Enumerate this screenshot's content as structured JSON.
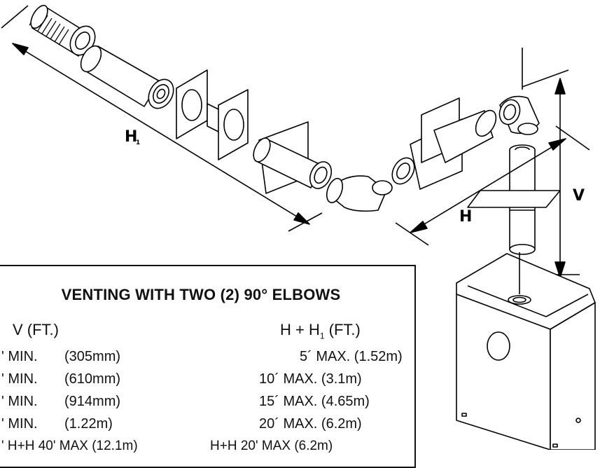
{
  "labels": {
    "h1_main": "H",
    "h1_sub": "1",
    "h": "H",
    "v": "V"
  },
  "table": {
    "title": "VENTING WITH TWO (2) 90° ELBOWS",
    "col_v": "V (FT.)",
    "col_h_main": "H + H",
    "col_h_sub": "1",
    "col_h_tail": " (FT.)",
    "rows": [
      {
        "v": "' MIN.",
        "mm": "(305mm)",
        "h": "5´ MAX. (1.52m)"
      },
      {
        "v": "' MIN.",
        "mm": "(610mm)",
        "h": "10´ MAX. (3.1m)"
      },
      {
        "v": "' MIN.",
        "mm": "(914mm)",
        "h": "15´ MAX. (4.65m)"
      },
      {
        "v": "' MIN.",
        "mm": "(1.22m)",
        "h": "20´ MAX. (6.2m)"
      }
    ],
    "footnote_left": "' H+H",
    "footnote_left_tail": " 40' MAX (12.1m)",
    "footnote_right": "H+H",
    "footnote_right_tail": " 20' MAX (6.2m)"
  }
}
